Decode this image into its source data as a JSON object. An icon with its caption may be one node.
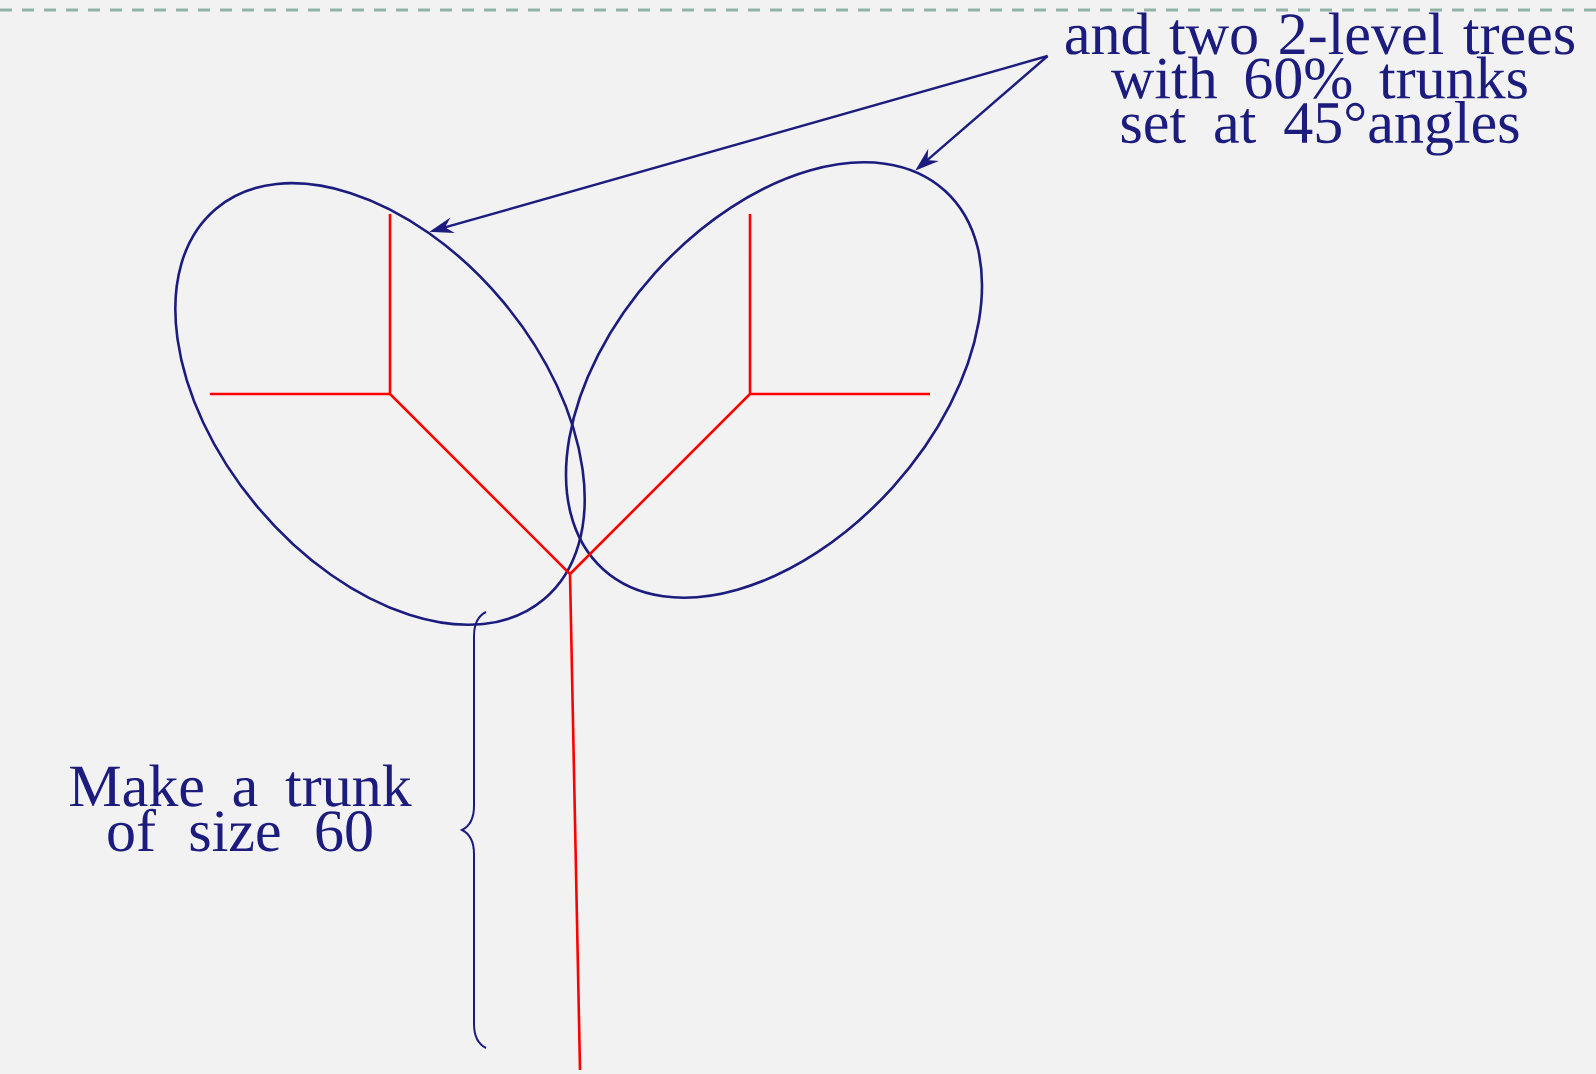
{
  "diagram": {
    "nodes": [
      {
        "text": [
          "and two 2-level trees with 60% trunks set at 45°angles"
        ]
      },
      {
        "text": [],
        "shape": "ellipse"
      },
      {
        "text": [],
        "shape": "ellipse"
      }
    ],
    "edges": [
      {
        "from": 0,
        "to": 1,
        "arrow": "to"
      },
      {
        "from": 0,
        "to": 2,
        "arrow": "to"
      }
    ],
    "labels": [
      "Make a trunk of size 60"
    ]
  }
}
